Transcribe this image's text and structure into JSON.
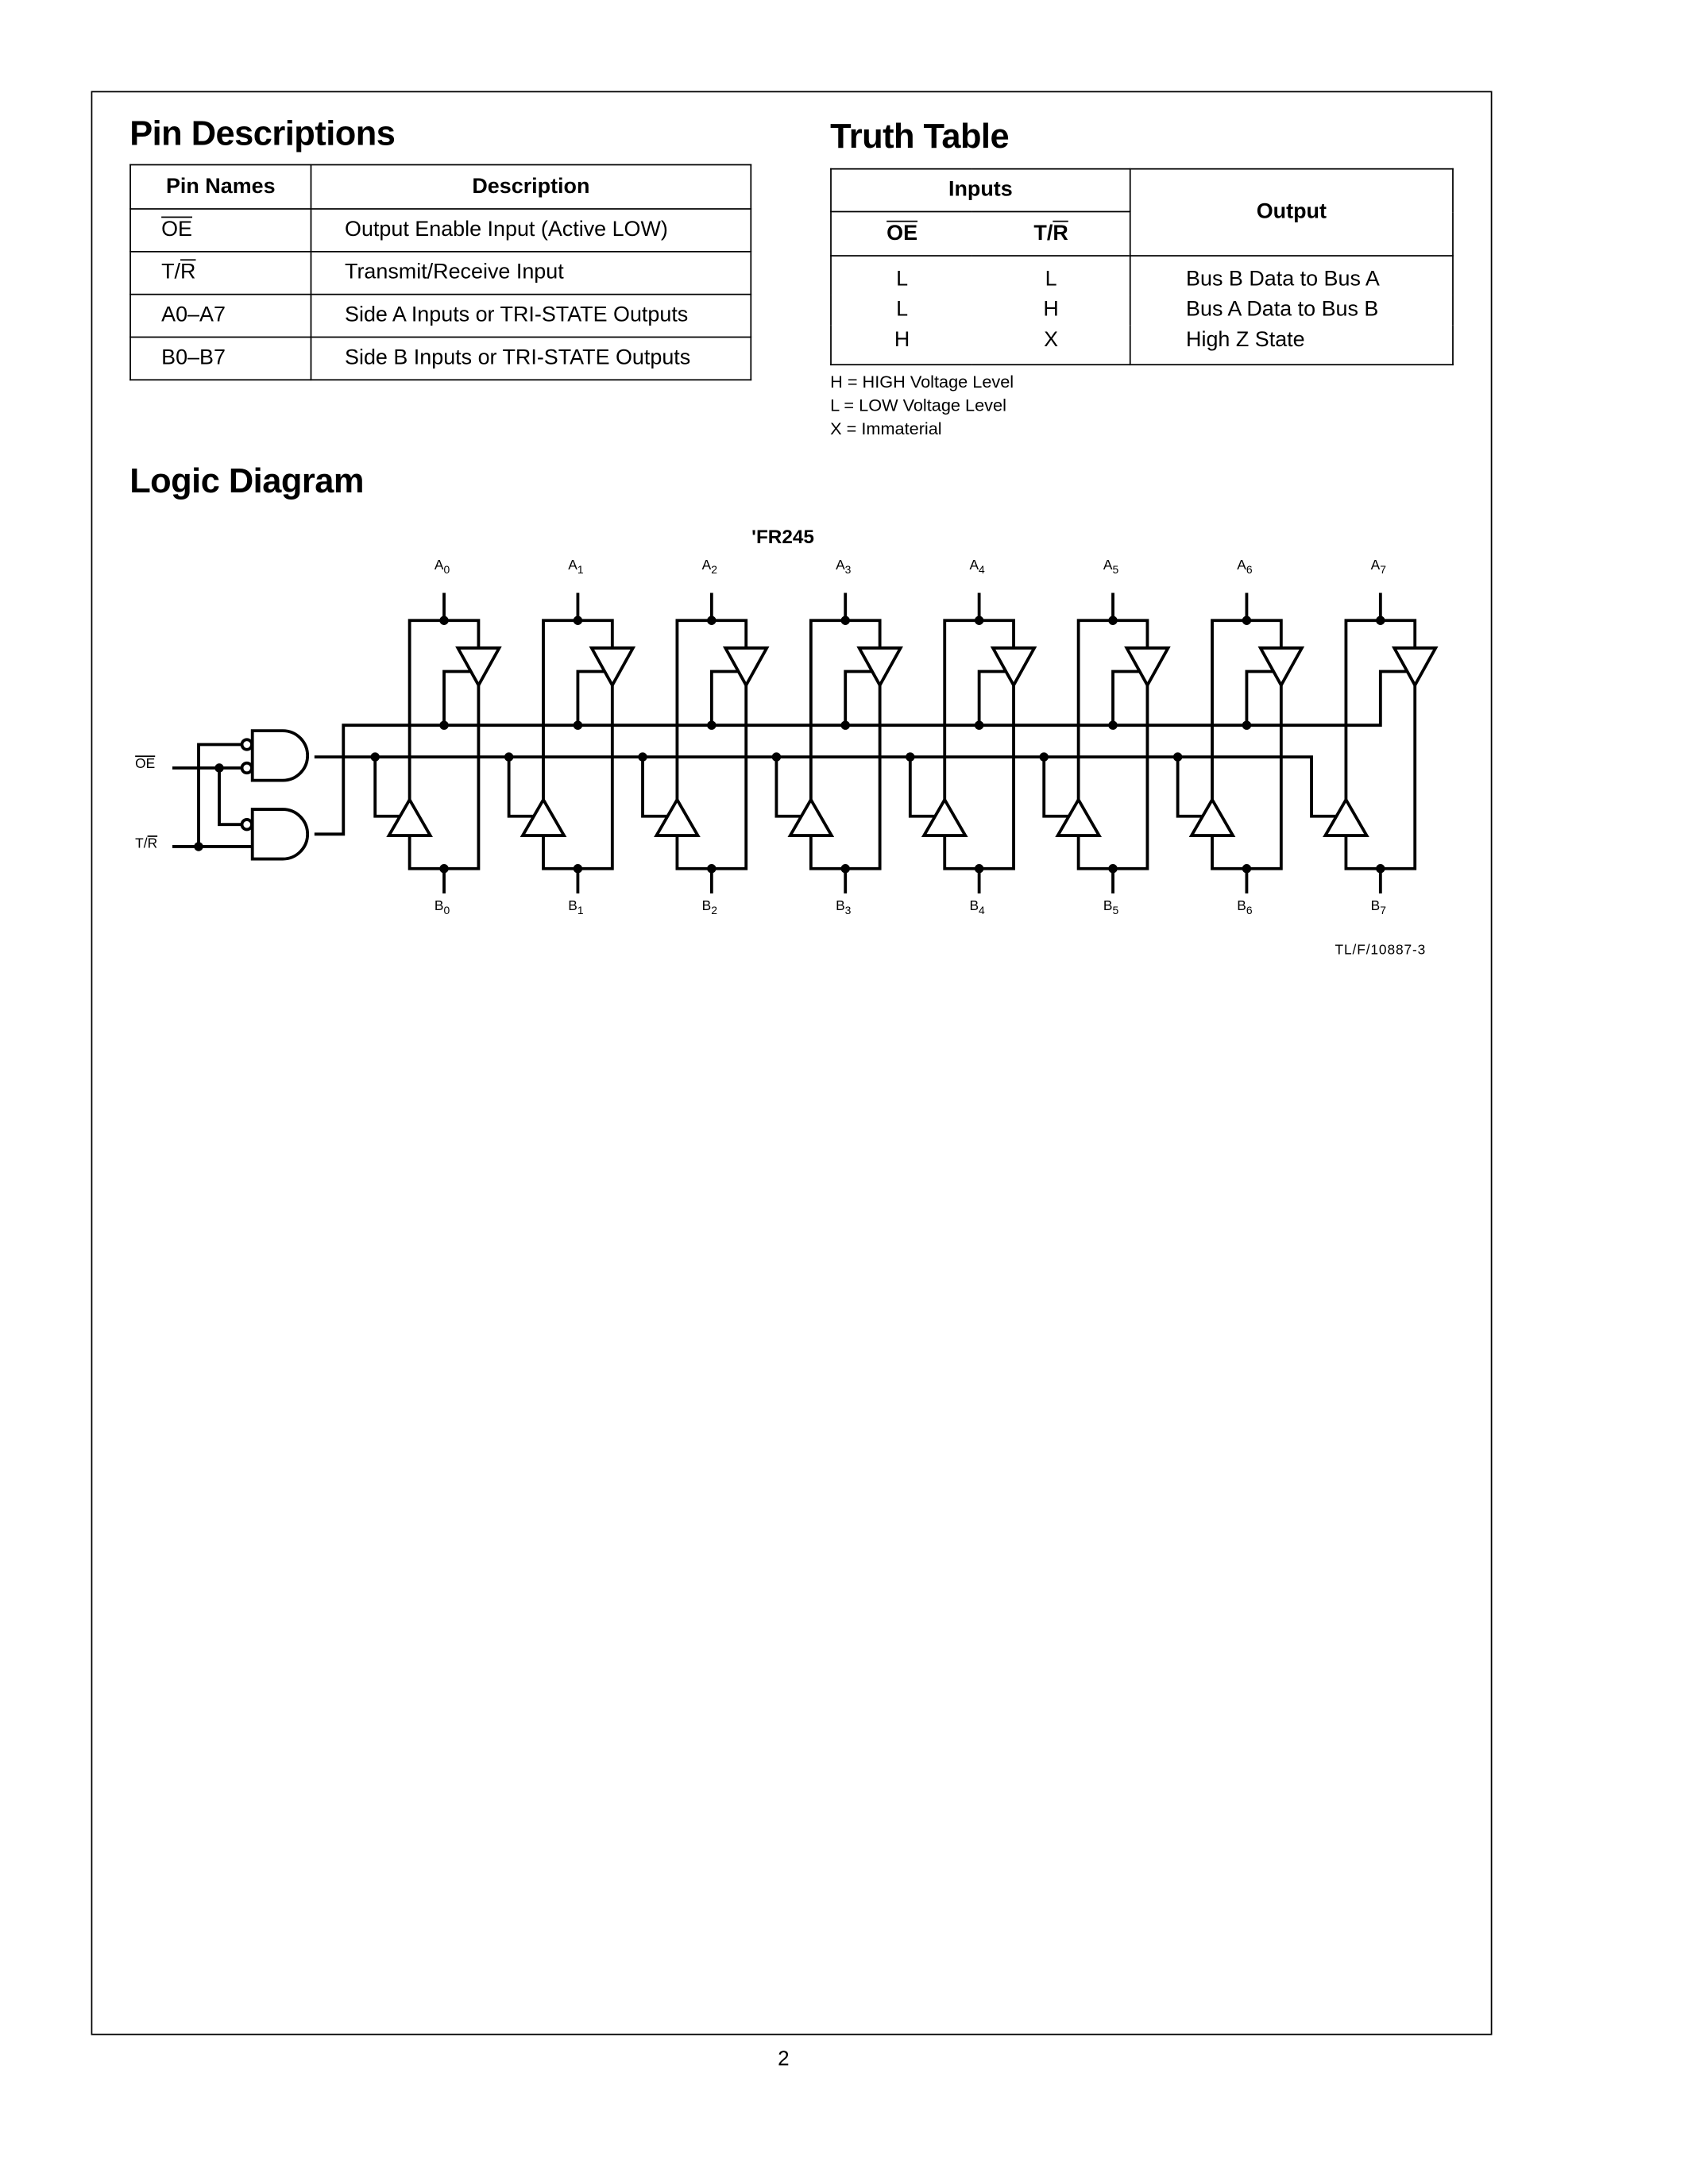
{
  "pin_descriptions": {
    "title": "Pin Descriptions",
    "headers": [
      "Pin Names",
      "Description"
    ],
    "rows": [
      {
        "pin": "OE",
        "overline": true,
        "desc": "Output Enable Input (Active LOW)"
      },
      {
        "pin_pre": "T/",
        "pin_ov": "R",
        "desc": "Transmit/Receive Input"
      },
      {
        "pin": "A0–A7",
        "desc": "Side A Inputs or TRI-STATE Outputs"
      },
      {
        "pin": "B0–B7",
        "desc": "Side B Inputs or TRI-STATE Outputs"
      }
    ]
  },
  "truth_table": {
    "title": "Truth Table",
    "inputs_label": "Inputs",
    "output_label": "Output",
    "col_oe": "OE",
    "col_tr_pre": "T/",
    "col_tr_ov": "R",
    "rows": [
      {
        "oe": "L",
        "tr": "L",
        "out": "Bus B Data to Bus A"
      },
      {
        "oe": "L",
        "tr": "H",
        "out": "Bus A Data to Bus B"
      },
      {
        "oe": "H",
        "tr": "X",
        "out": "High Z State"
      }
    ],
    "legend": [
      "H = HIGH Voltage Level",
      "L = LOW Voltage Level",
      "X = Immaterial"
    ]
  },
  "logic_diagram": {
    "title": "Logic Diagram",
    "part": "'FR245",
    "input_oe": "OE",
    "input_tr_pre": "T/",
    "input_tr_ov": "R",
    "a_pins": [
      "A0",
      "A1",
      "A2",
      "A3",
      "A4",
      "A5",
      "A6",
      "A7"
    ],
    "b_pins": [
      "B0",
      "B1",
      "B2",
      "B3",
      "B4",
      "B5",
      "B6",
      "B7"
    ],
    "figure_id": "TL/F/10887-3"
  },
  "page_number": "2"
}
